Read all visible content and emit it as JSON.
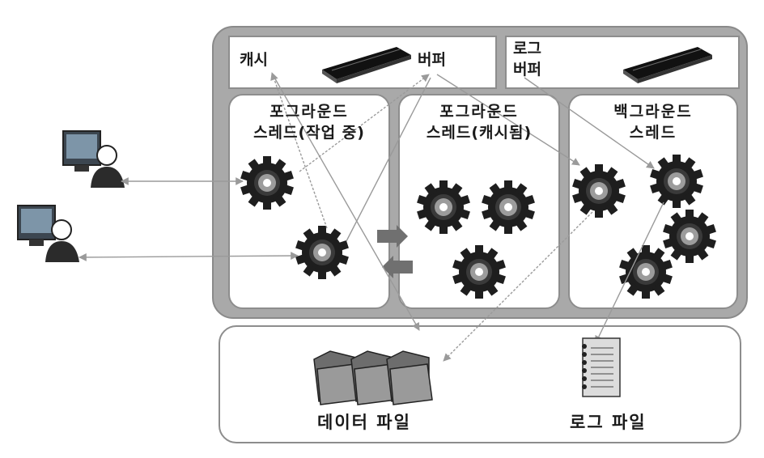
{
  "labels": {
    "cache": "캐시",
    "buffer": "버퍼",
    "log_buffer_line1": "로그",
    "log_buffer_line2": "버퍼",
    "fg_thread_working_line1": "포그라운드",
    "fg_thread_working_line2": "스레드(작업 중)",
    "fg_thread_cached_line1": "포그라운드",
    "fg_thread_cached_line2": "스레드(캐시됨)",
    "bg_thread_line1": "백그라운드",
    "bg_thread_line2": "스레드",
    "data_file": "데이터 파일",
    "log_file": "로그 파일"
  },
  "icons": {
    "gear": "gear-icon",
    "user": "user-at-computer-icon",
    "memory": "memory-module-icon",
    "folder": "folder-icon",
    "log": "log-document-icon"
  },
  "colors": {
    "server_frame": "#a9a9a9",
    "gear": "#1e1e1e",
    "arrow_block": "#707070"
  }
}
